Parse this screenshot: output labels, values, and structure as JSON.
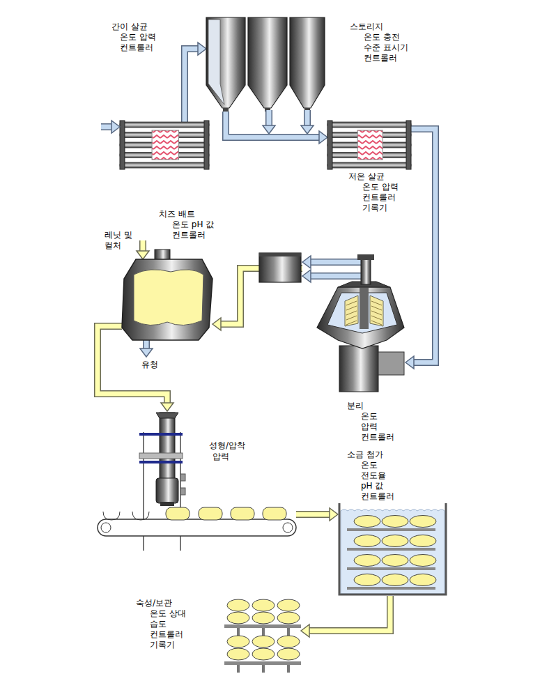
{
  "diagram": {
    "nodes": [
      {
        "text": [
          "간이 살균",
          "온도 압력 컨트롤러"
        ]
      },
      {
        "text": [
          "스토리지",
          "온도 충전 수준 표시기 컨트롤러"
        ]
      },
      {
        "text": [
          "저온 살균",
          "온도 압력 컨트롤러 기록기"
        ]
      },
      {
        "text": [
          "치즈 배트",
          "온도 pH 값 컨트롤러"
        ]
      },
      {
        "text": [
          "분리",
          "온도 압력 컨트롤러"
        ]
      },
      {
        "text": [
          "성형/압착",
          "압력"
        ]
      },
      {
        "text": [
          "소금 첨가",
          "온도 전도율 pH 값 컨트롤러"
        ]
      },
      {
        "text": [
          "숙성/보관",
          "온도 상대 습도 컨트롤러 기록기"
        ]
      }
    ],
    "edges": [
      {
        "from": 0,
        "to": 1,
        "arrow": "to"
      },
      {
        "from": 1,
        "to": 2,
        "arrow": "to"
      },
      {
        "from": 2,
        "to": 4,
        "arrow": "to"
      },
      {
        "from": 4,
        "to": 3,
        "arrow": "to"
      },
      {
        "from": 3,
        "to": 5,
        "arrow": "to"
      },
      {
        "from": 5,
        "to": 6,
        "arrow": "to"
      },
      {
        "from": 6,
        "to": 7,
        "arrow": "to"
      }
    ],
    "labels": [
      "레닛 및 컬처",
      "유청"
    ]
  }
}
